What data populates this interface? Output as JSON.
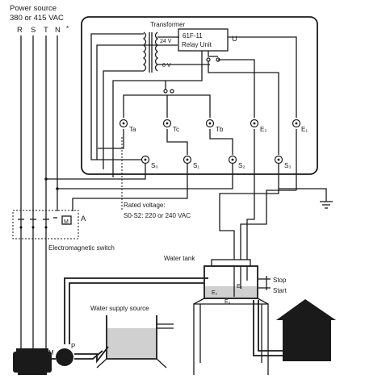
{
  "power": {
    "title": "Power source",
    "voltage": "380 or 415 VAC",
    "phases": [
      "R",
      "S",
      "T",
      "N",
      "*"
    ]
  },
  "transformer": {
    "label": "Transformer",
    "tap_24": "24 V",
    "tap_8": "8 V"
  },
  "relay": {
    "model": "61F-11",
    "name": "Relay Unit",
    "letter": "U"
  },
  "terminals": {
    "ta": "Ta",
    "tc": "Tc",
    "tb": "Tb",
    "e2": "E₂",
    "e1": "E₁",
    "s0": "S₀",
    "s1": "S₁",
    "s2": "S₂",
    "s3": "S₃"
  },
  "rated": {
    "line1": "Rated voltage:",
    "line2": "S0-S2:  220 or 240 VAC"
  },
  "switch": {
    "label": "Electromagnetic switch",
    "letter": "A",
    "coil": "M"
  },
  "tank": {
    "label": "Water tank",
    "stop": "Stop",
    "start": "Start",
    "e1": "E₁",
    "e2": "E₂",
    "e3": "E₃"
  },
  "supply": {
    "label": "Water supply source"
  },
  "pump": {
    "motor": "M",
    "pump": "P"
  }
}
